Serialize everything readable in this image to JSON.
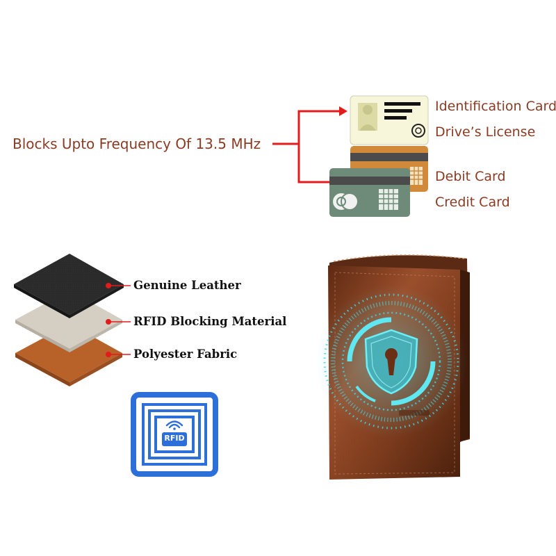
{
  "rfid_block": {
    "frequency_label": "Blocks Upto Frequency Of 13.5 MHz",
    "arrow_color": "#e31b1b",
    "cards": [
      {
        "label": "Identification Card",
        "icon": "id-card-icon"
      },
      {
        "label": "Drive’s License",
        "icon": "id-card-icon"
      },
      {
        "label": "Debit Card",
        "icon": "debit-card-icon"
      },
      {
        "label": "Credit Card",
        "icon": "credit-card-icon"
      }
    ]
  },
  "layers": {
    "items": [
      {
        "label": "Genuine Leather",
        "color": "#2a2a2a"
      },
      {
        "label": "RFID Blocking Material",
        "color": "#cfc8bd"
      },
      {
        "label": "Polyester Fabric",
        "color": "#b8622a"
      }
    ],
    "dot_color": "#e31b1b"
  },
  "rfid_badge": {
    "text": "RFID",
    "color": "#2d6fd8"
  },
  "wallet": {
    "icon": "shield-keyhole-icon",
    "accent_color": "#3fd6e6",
    "leather_color": "#7a3a1c"
  }
}
